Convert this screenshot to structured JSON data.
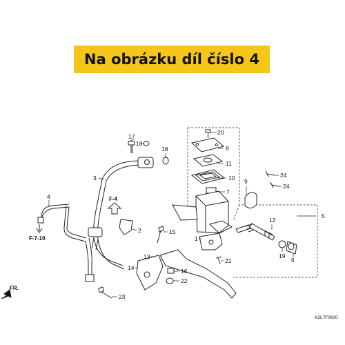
{
  "banner": {
    "text": "Na obrázku díl číslo 4",
    "background": "#f5c518"
  },
  "labels": {
    "l3": "3",
    "l4": "4",
    "l5": "5",
    "l6": "6",
    "l7": "7",
    "l8": "8",
    "l9": "9",
    "l10": "10",
    "l11": "11",
    "l12": "12",
    "l13": "13",
    "l14": "14",
    "l15": "15",
    "l16": "16",
    "l17": "17",
    "l18a": "18",
    "l18b": "18",
    "l19": "19",
    "l20": "20",
    "l21": "21",
    "l22": "22",
    "l23": "23",
    "l24a": "24",
    "l24b": "24",
    "l2": "2",
    "l1": "1"
  },
  "refs": {
    "f4": "F-4",
    "f710": "F-7-10",
    "fr": "FR."
  },
  "diagram_code": "K2L7F0600"
}
